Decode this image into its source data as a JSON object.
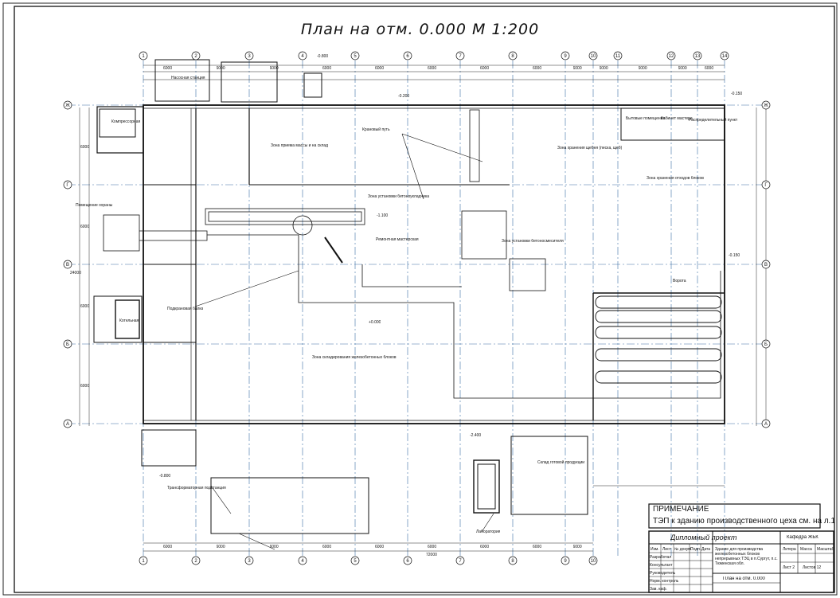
{
  "title": "План на  отм.  0.000  М 1:200",
  "axes_top": [
    "1",
    "2",
    "3",
    "4",
    "5",
    "6",
    "7",
    "8",
    "9",
    "10",
    "11",
    "12",
    "13",
    "14"
  ],
  "axes_bottom": [
    "1",
    "2",
    "3",
    "4",
    "5",
    "6",
    "7",
    "8",
    "9",
    "10"
  ],
  "axes_left": [
    "Ж",
    "Г",
    "В",
    "Б",
    "А"
  ],
  "note": {
    "heading": "ПРИМЕЧАНИЕ",
    "text": "ТЭП к зданию производственного цеха см. на л.1"
  },
  "title_block": {
    "project": "Дипломный проект",
    "department": "Кафедра ЖБК",
    "description": "Здание для производства железобетонных блоков непрерывных ТЭЦ в п.Сургут, п.с. Тюменская обл.",
    "sheet_name": "План на отм. 0.000",
    "col_litera": "Литера",
    "col_mass": "Масса",
    "col_scale": "Масштаб",
    "col_izm": "Изм.",
    "col_list": "Лист",
    "col_doc": "№ докум.",
    "col_sign": "Подп.",
    "col_date": "Дата",
    "row_razrab": "Разработал",
    "row_konsult": "Консультант",
    "row_ruk": "Руководитель",
    "row_normk": "Норм. контроль",
    "row_zav": "Зав. каф.",
    "sheet_label": "Лист 2",
    "sheets_label": "Листов 12"
  },
  "room_labels": {
    "r1": "Зона приема массы и на склад",
    "r2": "Зона хранения щебня (песка, щеб)",
    "r3": "Зона хранения отходов блоков",
    "r4": "Зона установки бетоносмесителя",
    "r5": "Зона установки бетоноукладчика",
    "r6": "Зона складирования железобетонных блоков",
    "r7": "Склад готовой продукции",
    "r8": "Компрессорная",
    "r9": "Насосная станция",
    "r10": "Трансформаторная подстанция",
    "r11": "Котельная",
    "r12": "Бытовые помещения",
    "r13": "Кабинет мастера",
    "r14": "Распределительный пункт",
    "r15": "Крановый путь",
    "r16": "Подкрановая балка",
    "r17": "Ремонтная мастерская",
    "r18": "Ворота",
    "r19": "Лаборатория",
    "r20": "Помещение охраны"
  },
  "elevations": {
    "e1": "-0.800",
    "e2": "-0.200",
    "e3": "-0.150",
    "e4": "+0.000",
    "e5": "-1.100",
    "e6": "-2.400",
    "e7": "-0.800",
    "e8": "-0.150"
  },
  "dimensions": {
    "top": [
      "6000",
      "6000",
      "6000",
      "6000",
      "6000",
      "6000",
      "6000",
      "6000",
      "6000",
      "6000",
      "6000",
      "6000",
      "6000"
    ],
    "bottom": [
      "6000",
      "6000",
      "6000",
      "6000",
      "6000",
      "6000",
      "6000",
      "6000",
      "6000"
    ],
    "overall": "72000",
    "left": [
      "6000",
      "6000",
      "6000",
      "6000"
    ],
    "left_total": "24000"
  }
}
